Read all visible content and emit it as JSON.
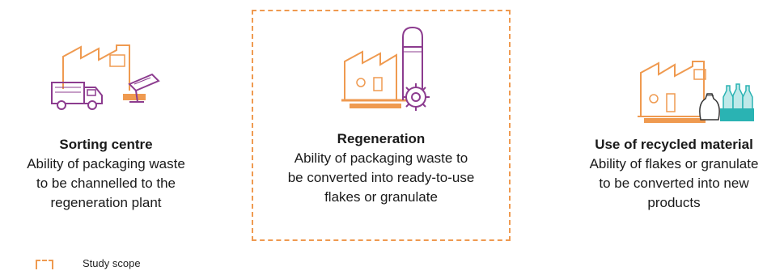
{
  "colors": {
    "orange": "#ef9a50",
    "purple": "#8c3c8f",
    "teal": "#2ab3b3",
    "text": "#1a1a1a"
  },
  "stages": [
    {
      "title": "Sorting centre",
      "description": [
        "Ability of packaging waste",
        "to be channelled to the",
        "regeneration plant"
      ]
    },
    {
      "title": "Regeneration",
      "description": [
        "Ability of packaging waste to",
        "be converted into ready-to-use",
        "flakes or granulate"
      ]
    },
    {
      "title": "Use of recycled material",
      "description": [
        "Ability of flakes or granulate",
        "to be converted into new",
        "products"
      ]
    }
  ],
  "legend": {
    "label": "Study scope"
  }
}
